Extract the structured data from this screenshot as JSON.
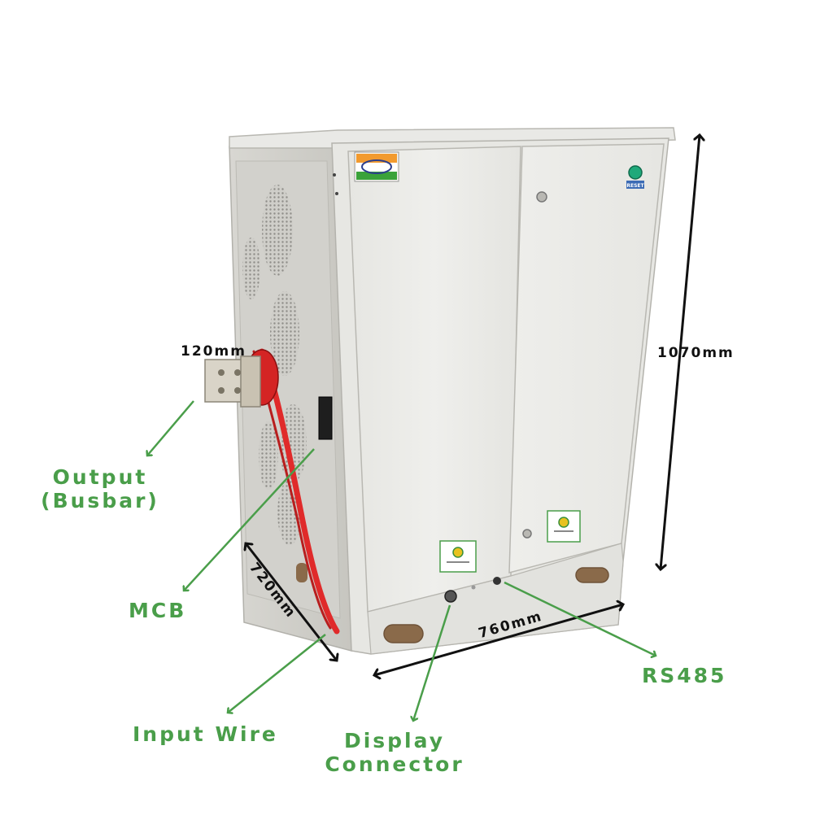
{
  "product": {
    "reset_label": "RESET"
  },
  "dimensions": {
    "height": "1070mm",
    "width": "760mm",
    "depth": "720mm",
    "busbar_width": "120mm"
  },
  "callouts": {
    "output_line1": "Output",
    "output_line2": "(Busbar)",
    "mcb": "MCB",
    "input_wire": "Input Wire",
    "display_line1": "Display",
    "display_line2": "Connector",
    "rs485": "RS485"
  },
  "colors": {
    "callout_green": "#4a9e4a",
    "cabinet": "#ecedea",
    "cable_red": "#e02a2a"
  }
}
